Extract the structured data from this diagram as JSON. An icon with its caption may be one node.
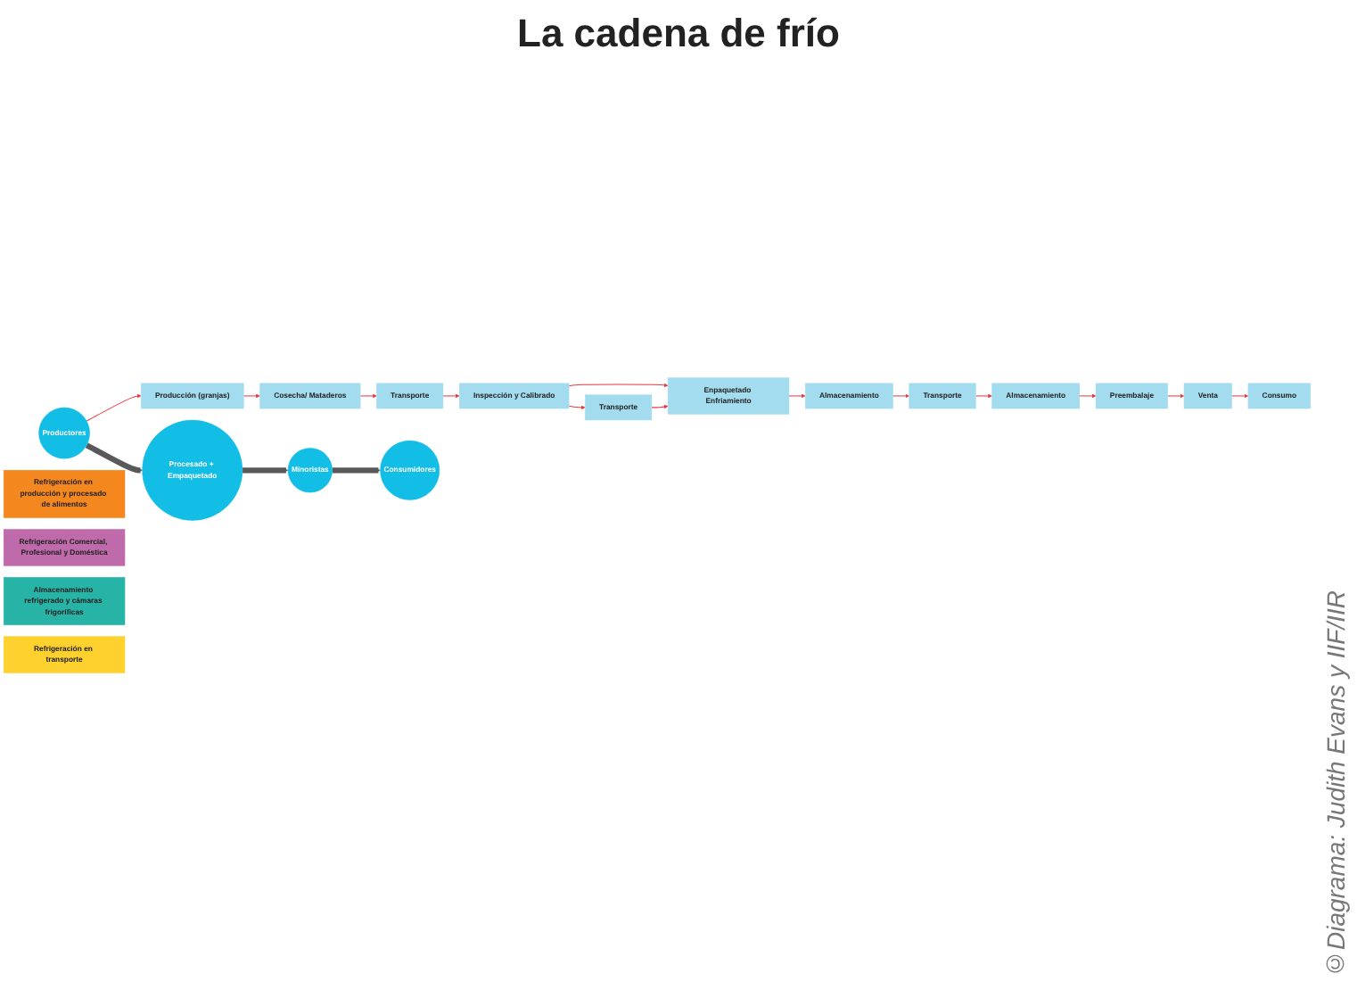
{
  "diagram": {
    "title": "La cadena de frío",
    "nodes": [
      {
        "text": [
          "Productores"
        ]
      },
      {
        "text": [
          "Producción (granjas)"
        ]
      },
      {
        "text": [
          "Cosecha/ Mataderos"
        ]
      },
      {
        "text": [
          "Transporte"
        ]
      },
      {
        "text": [
          "Procesado + Empaquetado"
        ]
      },
      {
        "text": [
          "Inspección y Calibrado"
        ]
      },
      {
        "text": [
          "Enpaquetado Enfriamiento"
        ]
      },
      {
        "text": [
          "Almacenamiento"
        ]
      },
      {
        "text": [
          "Transporte"
        ]
      },
      {
        "text": [
          "Transporte"
        ]
      },
      {
        "text": [
          "Minoristas"
        ]
      },
      {
        "text": [
          "Venta"
        ]
      },
      {
        "text": [
          "Preembalaje"
        ]
      },
      {
        "text": [
          "Almacenamiento"
        ]
      },
      {
        "text": [
          "Consumo"
        ]
      },
      {
        "text": [
          "Consumidores"
        ]
      },
      {
        "text": [
          "Refrigeración en producción y procesado de alimentos"
        ]
      },
      {
        "text": [
          "Refrigeración Comercial, Profesional y Doméstica"
        ]
      },
      {
        "text": [
          "Almacenamiento refrigerado y cámaras frigoríficas"
        ]
      },
      {
        "text": [
          "Refrigeración en transporte"
        ]
      }
    ],
    "edges": [
      {
        "from": 0,
        "to": 1,
        "arrow": "to"
      },
      {
        "from": 1,
        "to": 2,
        "arrow": "to"
      },
      {
        "from": 2,
        "to": 3,
        "arrow": "to"
      },
      {
        "from": 3,
        "to": 5,
        "arrow": "to"
      },
      {
        "from": 5,
        "to": 6,
        "arrow": "to"
      },
      {
        "from": 5,
        "to": 8,
        "arrow": "to"
      },
      {
        "from": 8,
        "to": 6,
        "arrow": "to"
      },
      {
        "from": 6,
        "to": 7,
        "arrow": "to"
      },
      {
        "from": 7,
        "to": 9,
        "arrow": "to"
      },
      {
        "from": 9,
        "to": 13,
        "arrow": "to"
      },
      {
        "from": 13,
        "to": 12,
        "arrow": "to"
      },
      {
        "from": 12,
        "to": 11,
        "arrow": "to"
      },
      {
        "from": 11,
        "to": 14,
        "arrow": "to"
      },
      {
        "from": 0,
        "to": 4,
        "arrow": "to",
        "style": "thick",
        "color": "#595959"
      },
      {
        "from": 4,
        "to": 10,
        "arrow": "to",
        "style": "thick",
        "color": "#595959"
      },
      {
        "from": 10,
        "to": 15,
        "arrow": "to",
        "style": "thick",
        "color": "#595959"
      }
    ],
    "labels": [
      "©Diagrama: Judith Evans y IIF/IIR"
    ]
  }
}
